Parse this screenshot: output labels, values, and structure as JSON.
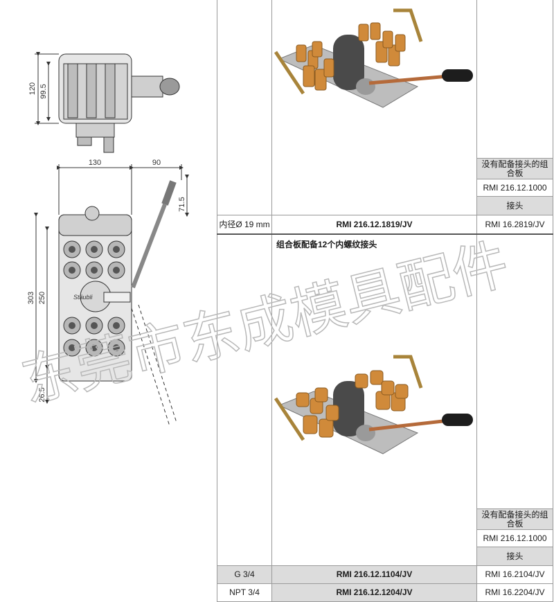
{
  "drawing": {
    "dims": {
      "top_height": "120",
      "top_inner_height": "99.5",
      "width_body": "130",
      "width_handle": "90",
      "handle_offset": "71.5",
      "total_height": "303",
      "inner_height": "250",
      "bottom_offset": "26.5"
    },
    "brand_mark": "Stäubli"
  },
  "section1": {
    "label": "内径Ø 19 mm",
    "code": "RMI 216.12.1819/JV",
    "side_header": "没有配备接头的组合板",
    "side_code": "RMI 216.12.1000",
    "side_fitting_header": "接头",
    "side_fitting_code": "RMI 16.2819/JV"
  },
  "section2": {
    "title": "组合板配备12个内螺纹接头",
    "side_header": "没有配备接头的组合板",
    "side_code": "RMI 216.12.1000",
    "side_fitting_header": "接头",
    "rows": [
      {
        "label": "G 3/4",
        "code": "RMI 216.12.1104/JV",
        "fitting": "RMI 16.2104/JV"
      },
      {
        "label": "NPT 3/4",
        "code": "RMI 216.12.1204/JV",
        "fitting": "RMI 16.2204/JV"
      }
    ]
  },
  "watermark": "东莞市东成模具配件",
  "colors": {
    "shade": "#dcdcdc",
    "grid": "#9a9a9a",
    "brass": "#d08a3a",
    "steel": "#4a4a4a"
  }
}
